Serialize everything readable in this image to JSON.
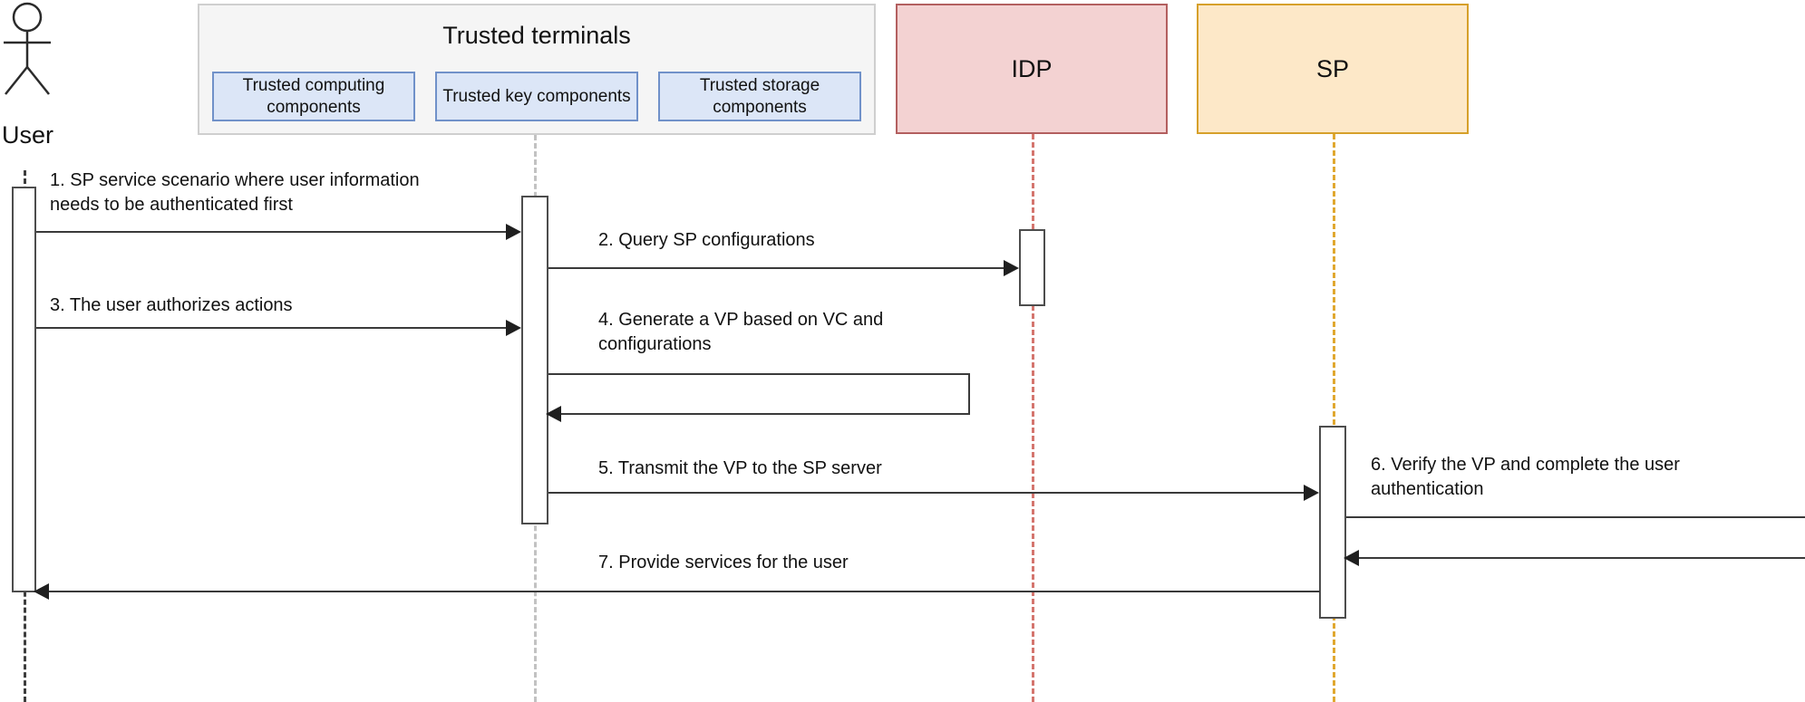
{
  "diagram": {
    "type": "uml-sequence-diagram",
    "title": "",
    "background": "#ffffff"
  },
  "actors": {
    "user": {
      "label": "User",
      "icon": "stick-figure-actor-icon",
      "lifeline_color": "#3d3d3d"
    }
  },
  "participants": [
    {
      "id": "trusted-terminals",
      "label": "Trusted terminals",
      "fill": "#f5f5f5",
      "stroke": "#cfcfcf",
      "lifeline_color": "#c2c2c2",
      "components": [
        {
          "id": "trusted-computing-components",
          "label": "Trusted computing\ncomponents"
        },
        {
          "id": "trusted-key-components",
          "label": "Trusted key\ncomponents"
        },
        {
          "id": "trusted-storage-components",
          "label": "Trusted storage\ncomponents"
        }
      ]
    },
    {
      "id": "idp",
      "label": "IDP",
      "fill": "#f3d2d2",
      "stroke": "#b35f5f",
      "lifeline_color": "#d4756e",
      "components": []
    },
    {
      "id": "sp",
      "label": "SP",
      "fill": "#fde8c8",
      "stroke": "#d6a02a",
      "lifeline_color": "#e0a830",
      "components": []
    }
  ],
  "messages": [
    {
      "number": "1",
      "label": "1. SP service scenario where user information\nneeds to be authenticated first",
      "from": "user",
      "to": "trusted-terminals",
      "kind": "sync-call",
      "direction": "right"
    },
    {
      "number": "2",
      "label": "2. Query SP configurations",
      "from": "trusted-terminals",
      "to": "idp",
      "kind": "sync-call",
      "direction": "right"
    },
    {
      "number": "3",
      "label": "3. The user authorizes actions",
      "from": "user",
      "to": "trusted-terminals",
      "kind": "sync-call",
      "direction": "right"
    },
    {
      "number": "4",
      "label": "4. Generate a VP based on VC and\nconfigurations",
      "from": "trusted-terminals",
      "to": "trusted-terminals",
      "kind": "self-call",
      "direction": "loop"
    },
    {
      "number": "5",
      "label": "5. Transmit the VP to the SP server",
      "from": "trusted-terminals",
      "to": "sp",
      "kind": "sync-call",
      "direction": "right"
    },
    {
      "number": "6",
      "label": "6. Verify the VP and complete the user\nauthentication",
      "from": "sp",
      "to": "sp",
      "kind": "self-call",
      "direction": "loop"
    },
    {
      "number": "7",
      "label": "7. Provide services for the user",
      "from": "sp",
      "to": "user",
      "kind": "return",
      "direction": "left"
    }
  ]
}
